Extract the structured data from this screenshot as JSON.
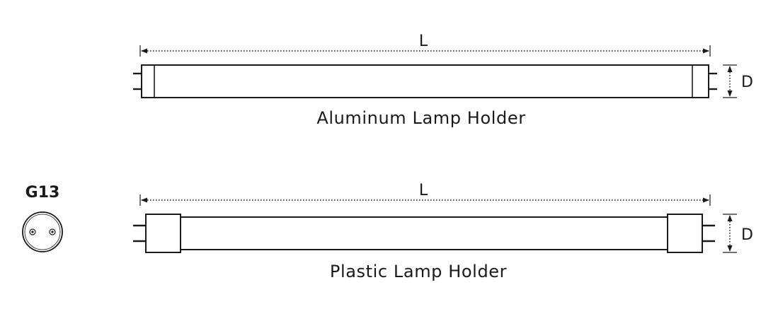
{
  "aluminum": {
    "length_label": "L",
    "diameter_label": "D",
    "caption": "Aluminum Lamp Holder"
  },
  "plastic": {
    "length_label": "L",
    "diameter_label": "D",
    "caption": "Plastic Lamp Holder"
  },
  "base": {
    "label": "G13"
  }
}
